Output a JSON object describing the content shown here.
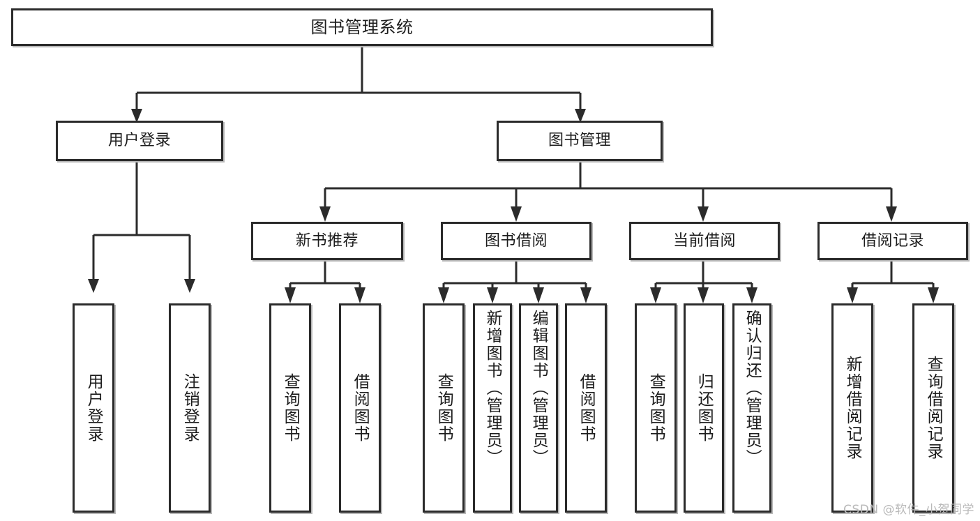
{
  "diagram": {
    "title": "图书管理系统",
    "watermark": "CSDN @软件_小贺同学",
    "line_color": "#2b2b2b",
    "box_fill": "#ffffff",
    "text_color": "#1c1c1c",
    "shadow_color": "#b8b8b8"
  },
  "chart_data": {
    "type": "tree",
    "title": "图书管理系统",
    "root": "图书管理系统",
    "nodes": [
      {
        "id": "root",
        "label": "图书管理系统",
        "level": 1,
        "parent": null
      },
      {
        "id": "login",
        "label": "用户登录",
        "level": 2,
        "parent": "root"
      },
      {
        "id": "bookmgmt",
        "label": "图书管理",
        "level": 2,
        "parent": "root"
      },
      {
        "id": "newbook",
        "label": "新书推荐",
        "level": 3,
        "parent": "bookmgmt"
      },
      {
        "id": "borrow",
        "label": "图书借阅",
        "level": 3,
        "parent": "bookmgmt"
      },
      {
        "id": "current",
        "label": "当前借阅",
        "level": 3,
        "parent": "bookmgmt"
      },
      {
        "id": "record",
        "label": "借阅记录",
        "level": 3,
        "parent": "bookmgmt"
      },
      {
        "id": "leaf1",
        "label": "用户登录",
        "level": 4,
        "parent": "login"
      },
      {
        "id": "leaf2",
        "label": "注销登录",
        "level": 4,
        "parent": "login"
      },
      {
        "id": "leaf3",
        "label": "查询图书",
        "level": 4,
        "parent": "newbook"
      },
      {
        "id": "leaf4",
        "label": "借阅图书",
        "level": 4,
        "parent": "newbook"
      },
      {
        "id": "leaf5",
        "label": "查询图书",
        "level": 4,
        "parent": "borrow"
      },
      {
        "id": "leaf6",
        "label": "新增图书（管理员）",
        "level": 4,
        "parent": "borrow"
      },
      {
        "id": "leaf7",
        "label": "编辑图书（管理员）",
        "level": 4,
        "parent": "borrow"
      },
      {
        "id": "leaf8",
        "label": "借阅图书",
        "level": 4,
        "parent": "borrow"
      },
      {
        "id": "leaf9",
        "label": "查询图书",
        "level": 4,
        "parent": "current"
      },
      {
        "id": "leaf10",
        "label": "归还图书",
        "level": 4,
        "parent": "current"
      },
      {
        "id": "leaf11",
        "label": "确认归还（管理员）",
        "level": 4,
        "parent": "current"
      },
      {
        "id": "leaf12",
        "label": "新增借阅记录",
        "level": 4,
        "parent": "record"
      },
      {
        "id": "leaf13",
        "label": "查询借阅记录",
        "level": 4,
        "parent": "record"
      }
    ],
    "levels": {
      "1": [
        "图书管理系统"
      ],
      "2": [
        "用户登录",
        "图书管理"
      ],
      "3": [
        "新书推荐",
        "图书借阅",
        "当前借阅",
        "借阅记录"
      ],
      "4": [
        "用户登录",
        "注销登录",
        "查询图书",
        "借阅图书",
        "查询图书",
        "新增图书（管理员）",
        "编辑图书（管理员）",
        "借阅图书",
        "查询图书",
        "归还图书",
        "确认归还（管理员）",
        "新增借阅记录",
        "查询借阅记录"
      ]
    }
  }
}
